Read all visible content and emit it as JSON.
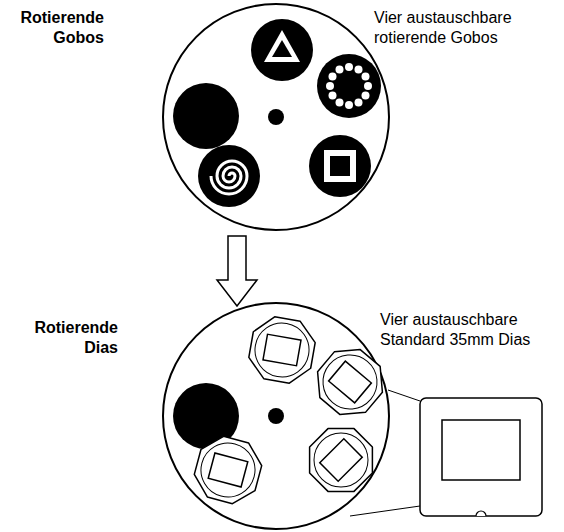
{
  "diagram": {
    "labels": [
      "Rotierende Gobos",
      "Vier austauschbare rotierende Gobos",
      "Rotierende Dias",
      "Vier austauschbare Standard 35mm Dias"
    ]
  }
}
